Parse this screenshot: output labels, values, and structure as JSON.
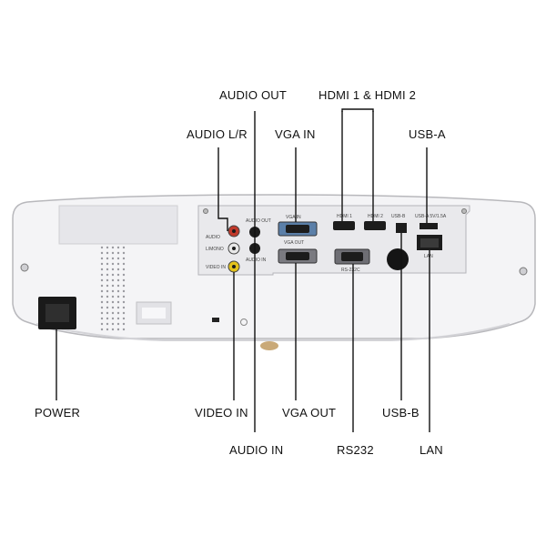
{
  "callouts": {
    "audio_out": "AUDIO OUT",
    "hdmi": "HDMI 1 & HDMI 2",
    "audio_lr": "AUDIO L/R",
    "vga_in": "VGA IN",
    "usb_a": "USB-A",
    "power": "POWER",
    "video_in": "VIDEO IN",
    "vga_out": "VGA OUT",
    "usb_b": "USB-B",
    "audio_in": "AUDIO IN",
    "rs232": "RS232",
    "lan": "LAN"
  },
  "panel_labels": {
    "audio_out": "AUDIO OUT",
    "audio_in": "AUDIO IN",
    "vga_in": "VGA IN",
    "vga_out": "VGA OUT",
    "hdmi1": "HDMI 1",
    "hdmi2": "HDMI 2",
    "usb_b": "USB-B",
    "usb_a": "USB-A 5V/1.5A",
    "rs232c": "RS-232C",
    "lan": "LAN",
    "audio": "AUDIO",
    "l_mono": "L/MONO",
    "video_in": "VIDEO IN"
  },
  "colors": {
    "body": "#f4f4f6",
    "panel": "#e9e9ec",
    "port_dark": "#1c1c1c",
    "vga_blue": "#5b7fa8",
    "rca_red": "#c0392b",
    "rca_white": "#e8e8e8",
    "rca_yellow": "#e3c21b",
    "foot": "#c9a978"
  }
}
